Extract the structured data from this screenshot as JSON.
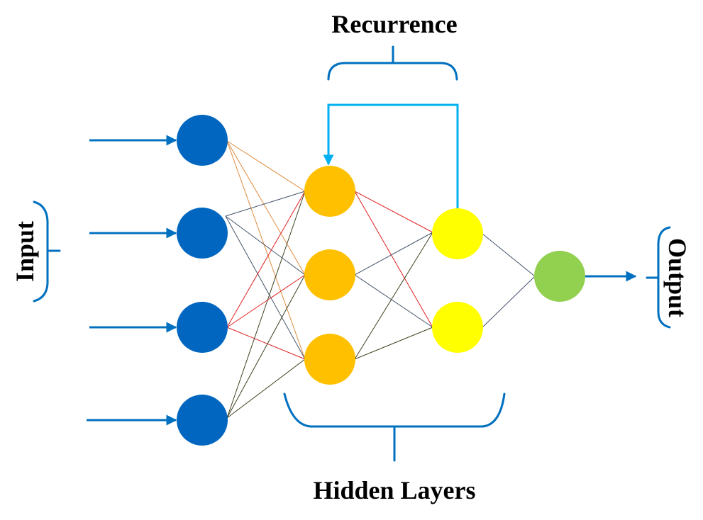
{
  "labels": {
    "recurrence": "Recurrence",
    "hidden_layers": "Hidden Layers",
    "input": "Input",
    "output": "Output"
  },
  "layers": {
    "input_nodes": 4,
    "hidden_layer_1_nodes": 3,
    "hidden_layer_2_nodes": 2,
    "output_nodes": 1
  },
  "colors": {
    "input_node": "#0066bf",
    "hidden_1_node": "#ffc000",
    "hidden_2_node": "#ffff00",
    "output_node": "#92d050",
    "arrow": "#0070c0",
    "recurrence_arrow": "#00b0f0",
    "bracket": "#0070c0",
    "edge_orange": "#e08a3c",
    "edge_blue": "#44546a",
    "edge_red": "#e02020",
    "edge_dark": "#404020"
  }
}
